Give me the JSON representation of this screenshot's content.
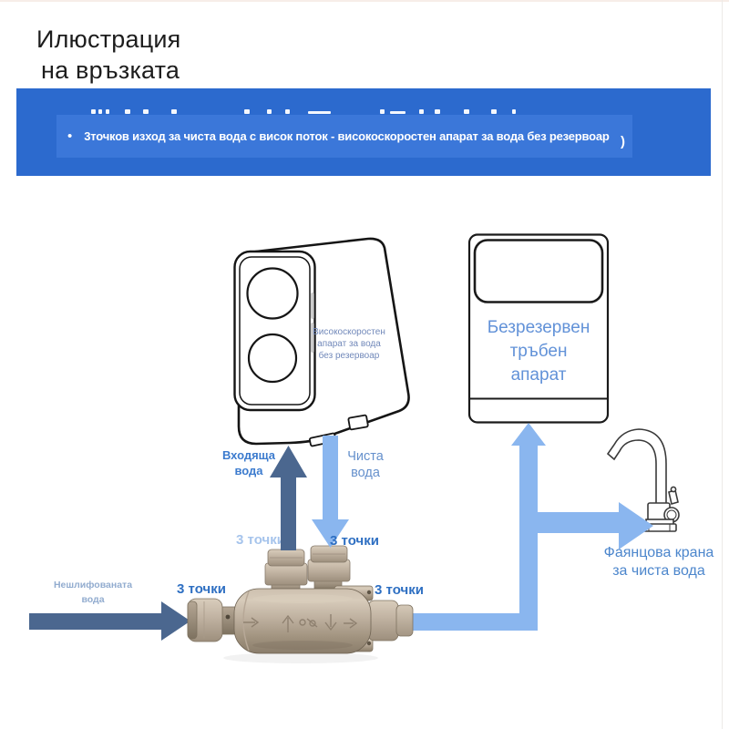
{
  "header": {
    "title_line1": "Илюстрация",
    "title_line2": "на връзката"
  },
  "banner": {
    "bullet": "•",
    "text": "3точков изход за чиста вода с висок поток - високоскоростен апарат за вода без резервоар",
    "stray": ")"
  },
  "diagram": {
    "purifier": {
      "label_lines": [
        "Високоскоростен",
        "апарат за вода",
        "без резервоар"
      ]
    },
    "tankless_box": {
      "label_lines": [
        "Безрезервен",
        "тръбен",
        "апарат"
      ]
    },
    "faucet": {
      "label_lines": [
        "Фаянцова крана",
        "за чиста вода"
      ]
    },
    "flows": {
      "inlet_lines": [
        "Входяща",
        "вода"
      ],
      "clean_lines": [
        "Чиста",
        "вода"
      ],
      "raw_lines": [
        "Нешлифованата",
        "вода"
      ],
      "points_label": "3 точки"
    },
    "colors": {
      "dark_arrow": "#4b678f",
      "light_arrow": "#8ab6ef",
      "label_strong": "#2e6fc2",
      "label_pale": "#a6c4ec",
      "inlet_label": "#3c7bce",
      "clean_label": "#6590cc",
      "raw_label": "#92accf",
      "faucet_label": "#4c86cc",
      "box_label": "#6292d8",
      "purifier_label": "#7289ba",
      "banner_bg": "#2c6ace",
      "banner_overlay": "#3b77d9"
    }
  }
}
